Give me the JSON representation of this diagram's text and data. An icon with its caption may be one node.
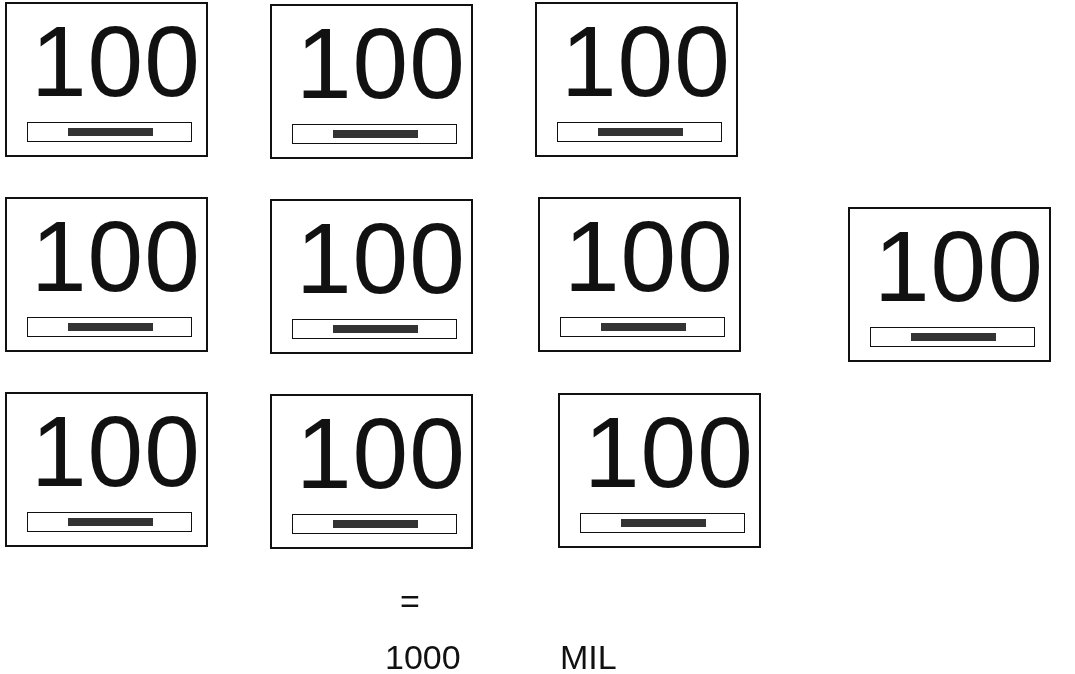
{
  "diagram": {
    "nodes": [
      {
        "text": [
          "100"
        ]
      },
      {
        "text": [
          "100"
        ]
      },
      {
        "text": [
          "100"
        ]
      },
      {
        "text": [
          "100"
        ]
      },
      {
        "text": [
          "100"
        ]
      },
      {
        "text": [
          "100"
        ]
      },
      {
        "text": [
          "100"
        ]
      },
      {
        "text": [
          "100"
        ]
      },
      {
        "text": [
          "100"
        ]
      },
      {
        "text": [
          "100"
        ]
      }
    ],
    "labels": [
      "=",
      "1000",
      "MIL"
    ]
  }
}
